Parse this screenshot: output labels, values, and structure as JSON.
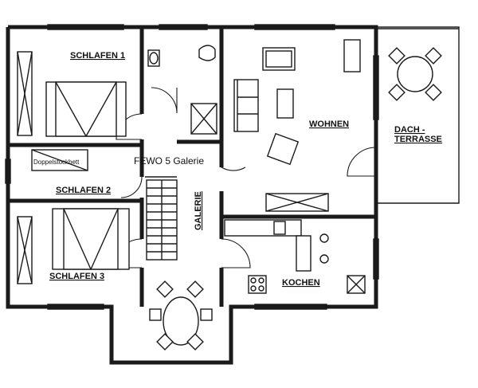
{
  "plan": {
    "title": "FEWO 5 Galerie",
    "rooms": {
      "schlafen1": "SCHLAFEN 1",
      "schlafen2": "SCHLAFEN 2",
      "schlafen3": "SCHLAFEN 3",
      "wohnen": "WOHNEN",
      "galerie": "GALERIE",
      "kochen": "KOCHEN",
      "dach_line1": "DACH -",
      "dach_line2": "TERRASSE"
    },
    "furniture": {
      "bunk_bed": "Doppelstockbett"
    }
  }
}
